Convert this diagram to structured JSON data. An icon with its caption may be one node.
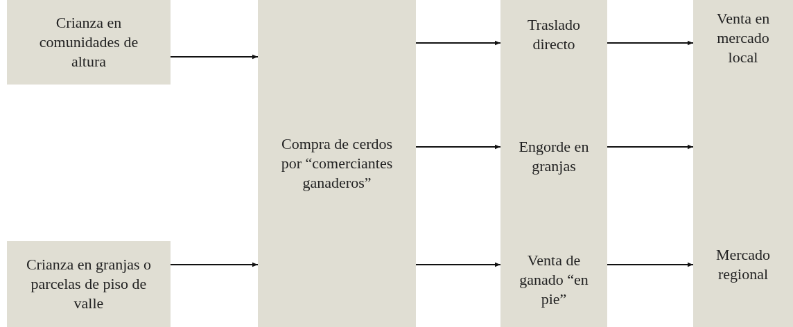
{
  "diagram": {
    "nodes": [
      {
        "text": [
          "Crianza en comunidades de altura"
        ]
      },
      {
        "text": [
          "Crianza en granjas o parcelas de piso de valle"
        ]
      },
      {
        "text": [
          "Compra de cerdos por “comerciantes ganaderos”"
        ]
      },
      {
        "text": [],
        "shape": "box"
      },
      {
        "text": [
          "Traslado directo"
        ],
        "in": 3
      },
      {
        "text": [
          "Engorde en granjas"
        ],
        "in": 3
      },
      {
        "text": [
          "Venta de ganado “en pie”"
        ],
        "in": 3
      },
      {
        "text": [],
        "shape": "box"
      },
      {
        "text": [
          "Venta en mercado local"
        ],
        "in": 7
      },
      {
        "text": [
          "Mercado regional"
        ],
        "in": 7
      }
    ],
    "edges": [
      {
        "from": 0,
        "to": 2,
        "arrow": "to"
      },
      {
        "from": 1,
        "to": 2,
        "arrow": "to"
      },
      {
        "from": 2,
        "to": 4,
        "arrow": "to"
      },
      {
        "from": 2,
        "to": 5,
        "arrow": "to"
      },
      {
        "from": 2,
        "to": 6,
        "arrow": "to"
      },
      {
        "from": 4,
        "to": 8,
        "arrow": "to"
      },
      {
        "from": 5,
        "to": 7,
        "arrow": "to"
      },
      {
        "from": 6,
        "to": 9,
        "arrow": "to"
      }
    ]
  }
}
